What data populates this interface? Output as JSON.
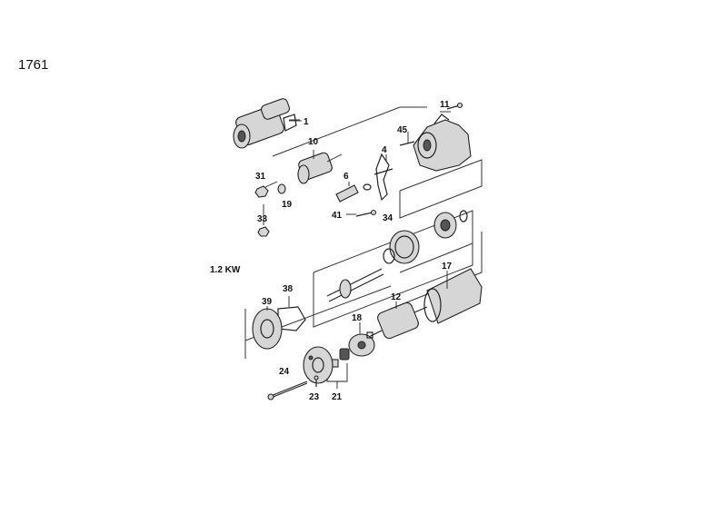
{
  "figure_number": "1761",
  "power_label": "1.2 KW",
  "callouts": [
    {
      "id": "c1",
      "text": "1"
    },
    {
      "id": "c10",
      "text": "10"
    },
    {
      "id": "c11",
      "text": "11"
    },
    {
      "id": "c45",
      "text": "45"
    },
    {
      "id": "c4",
      "text": "4"
    },
    {
      "id": "c6",
      "text": "6"
    },
    {
      "id": "c31",
      "text": "31"
    },
    {
      "id": "c19",
      "text": "19"
    },
    {
      "id": "c33",
      "text": "33"
    },
    {
      "id": "c41",
      "text": "41"
    },
    {
      "id": "c34",
      "text": "34"
    },
    {
      "id": "c17",
      "text": "17"
    },
    {
      "id": "c38",
      "text": "38"
    },
    {
      "id": "c39",
      "text": "39"
    },
    {
      "id": "c12",
      "text": "12"
    },
    {
      "id": "c18",
      "text": "18"
    },
    {
      "id": "c24",
      "text": "24"
    },
    {
      "id": "c23",
      "text": "23"
    },
    {
      "id": "c21",
      "text": "21"
    }
  ]
}
